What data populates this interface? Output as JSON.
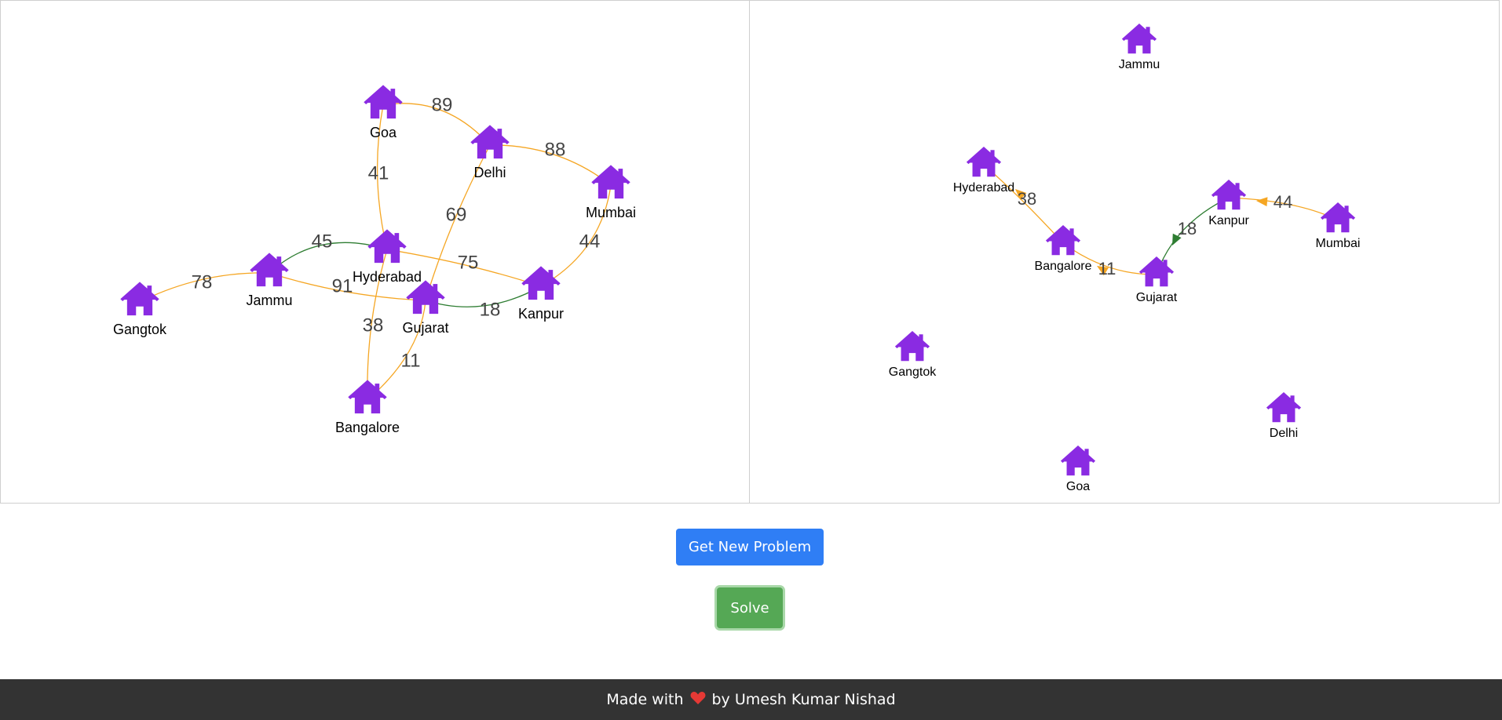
{
  "problem_graph": {
    "nodes": [
      {
        "id": "Goa",
        "label": "Goa"
      },
      {
        "id": "Delhi",
        "label": "Delhi"
      },
      {
        "id": "Mumbai",
        "label": "Mumbai"
      },
      {
        "id": "Hyderabad",
        "label": "Hyderabad"
      },
      {
        "id": "Jammu",
        "label": "Jammu"
      },
      {
        "id": "Gangtok",
        "label": "Gangtok"
      },
      {
        "id": "Gujarat",
        "label": "Gujarat"
      },
      {
        "id": "Kanpur",
        "label": "Kanpur"
      },
      {
        "id": "Bangalore",
        "label": "Bangalore"
      }
    ],
    "edges": [
      {
        "from": "Goa",
        "to": "Delhi",
        "weight": "89",
        "color": "#f5a623"
      },
      {
        "from": "Delhi",
        "to": "Mumbai",
        "weight": "88",
        "color": "#f5a623"
      },
      {
        "from": "Goa",
        "to": "Hyderabad",
        "weight": "41",
        "color": "#f5a623"
      },
      {
        "from": "Delhi",
        "to": "Gujarat",
        "weight": "69",
        "color": "#f5a623"
      },
      {
        "from": "Mumbai",
        "to": "Kanpur",
        "weight": "44",
        "color": "#f5a623"
      },
      {
        "from": "Jammu",
        "to": "Hyderabad",
        "weight": "45",
        "color": "#2e7d32"
      },
      {
        "from": "Hyderabad",
        "to": "Kanpur",
        "weight": "75",
        "color": "#f5a623"
      },
      {
        "from": "Gangtok",
        "to": "Jammu",
        "weight": "78",
        "color": "#f5a623"
      },
      {
        "from": "Jammu",
        "to": "Gujarat",
        "weight": "91",
        "color": "#f5a623"
      },
      {
        "from": "Gujarat",
        "to": "Kanpur",
        "weight": "18",
        "color": "#2e7d32"
      },
      {
        "from": "Hyderabad",
        "to": "Bangalore",
        "weight": "38",
        "color": "#f5a623"
      },
      {
        "from": "Gujarat",
        "to": "Bangalore",
        "weight": "11",
        "color": "#f5a623"
      }
    ]
  },
  "solution_graph": {
    "nodes": [
      {
        "id": "Jammu",
        "label": "Jammu"
      },
      {
        "id": "Hyderabad",
        "label": "Hyderabad"
      },
      {
        "id": "Kanpur",
        "label": "Kanpur"
      },
      {
        "id": "Mumbai",
        "label": "Mumbai"
      },
      {
        "id": "Bangalore",
        "label": "Bangalore"
      },
      {
        "id": "Gujarat",
        "label": "Gujarat"
      },
      {
        "id": "Gangtok",
        "label": "Gangtok"
      },
      {
        "id": "Delhi",
        "label": "Delhi"
      },
      {
        "id": "Goa",
        "label": "Goa"
      }
    ],
    "edges": [
      {
        "from": "Bangalore",
        "to": "Hyderabad",
        "weight": "38",
        "color": "#f5a623"
      },
      {
        "from": "Gujarat",
        "to": "Bangalore",
        "weight": "11",
        "color": "#f5a623"
      },
      {
        "from": "Kanpur",
        "to": "Gujarat",
        "weight": "18",
        "color": "#2e7d32"
      },
      {
        "from": "Mumbai",
        "to": "Kanpur",
        "weight": "44",
        "color": "#f5a623"
      }
    ]
  },
  "node_color": "#8a2be2",
  "buttons": {
    "new_problem": "Get New Problem",
    "solve": "Solve"
  },
  "footer": {
    "prefix": "Made with",
    "icon": "heart-icon",
    "suffix": "by Umesh Kumar Nishad"
  }
}
